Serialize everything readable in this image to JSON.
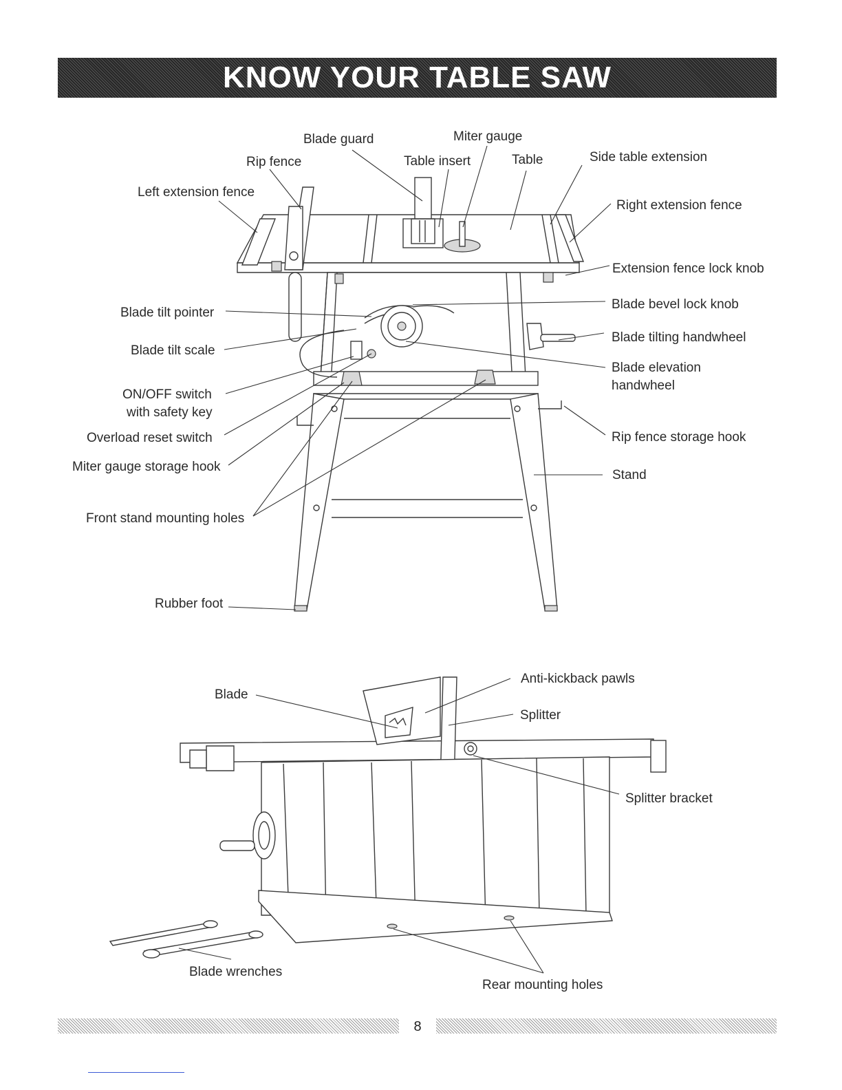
{
  "title": "KNOW YOUR TABLE SAW",
  "page_number": "8",
  "front_view": {
    "labels": {
      "blade_guard": "Blade guard",
      "miter_gauge": "Miter gauge",
      "rip_fence": "Rip fence",
      "table_insert": "Table insert",
      "table": "Table",
      "side_table_extension": "Side table extension",
      "left_extension_fence": "Left extension fence",
      "right_extension_fence": "Right extension fence",
      "extension_fence_lock_knob": "Extension fence lock knob",
      "blade_bevel_lock_knob": "Blade bevel lock knob",
      "blade_tilt_pointer": "Blade tilt pointer",
      "blade_tilting_handwheel": "Blade tilting handwheel",
      "blade_tilt_scale": "Blade tilt scale",
      "blade_elevation_handwheel_1": "Blade elevation",
      "blade_elevation_handwheel_2": "handwheel",
      "on_off_switch_1": "ON/OFF switch",
      "on_off_switch_2": "with safety key",
      "overload_reset_switch": "Overload reset switch",
      "rip_fence_storage_hook": "Rip fence storage hook",
      "miter_gauge_storage_hook": "Miter gauge storage hook",
      "stand": "Stand",
      "front_stand_mounting_holes": "Front stand mounting holes",
      "rubber_foot": "Rubber foot"
    }
  },
  "rear_view": {
    "labels": {
      "blade": "Blade",
      "anti_kickback_pawls": "Anti-kickback pawls",
      "splitter": "Splitter",
      "splitter_bracket": "Splitter bracket",
      "blade_wrenches": "Blade wrenches",
      "rear_mounting_holes": "Rear mounting holes"
    }
  }
}
